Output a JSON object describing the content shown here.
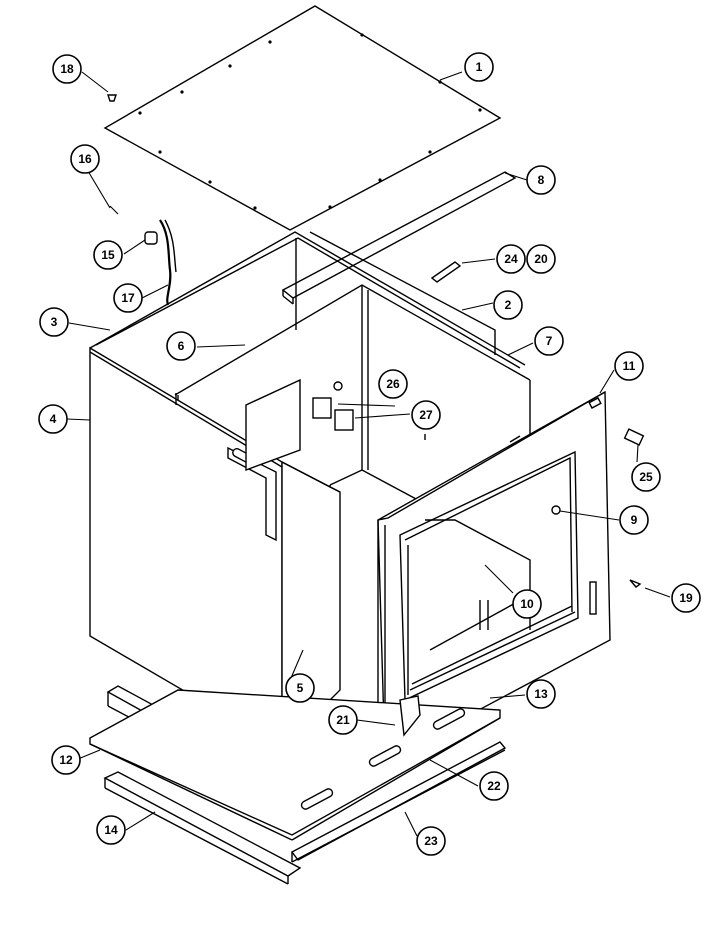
{
  "diagram": {
    "type": "exploded-parts-view",
    "callouts": {
      "c1": "1",
      "c2": "2",
      "c3": "3",
      "c4": "4",
      "c5": "5",
      "c6": "6",
      "c7": "7",
      "c8": "8",
      "c9": "9",
      "c10": "10",
      "c11": "11",
      "c12": "12",
      "c13": "13",
      "c14": "14",
      "c15": "15",
      "c16": "16",
      "c17": "17",
      "c18": "18",
      "c19": "19",
      "c20": "20",
      "c21": "21",
      "c22": "22",
      "c23": "23",
      "c24": "24",
      "c25": "25",
      "c26": "26",
      "c27": "27"
    }
  }
}
